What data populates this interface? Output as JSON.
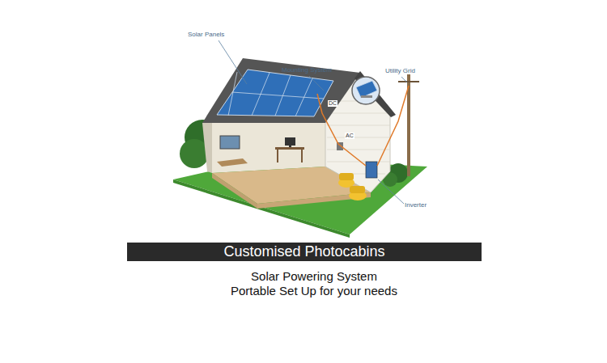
{
  "diagram": {
    "nodes": [
      {
        "text": [
          "Customised Photocabins"
        ]
      }
    ],
    "labels": [
      "Solar Panels",
      "Mounting System",
      "Utility Grid",
      "DC",
      "AC",
      "Inverter",
      "Solar Powering System",
      "Portable Set Up for your needs"
    ]
  }
}
